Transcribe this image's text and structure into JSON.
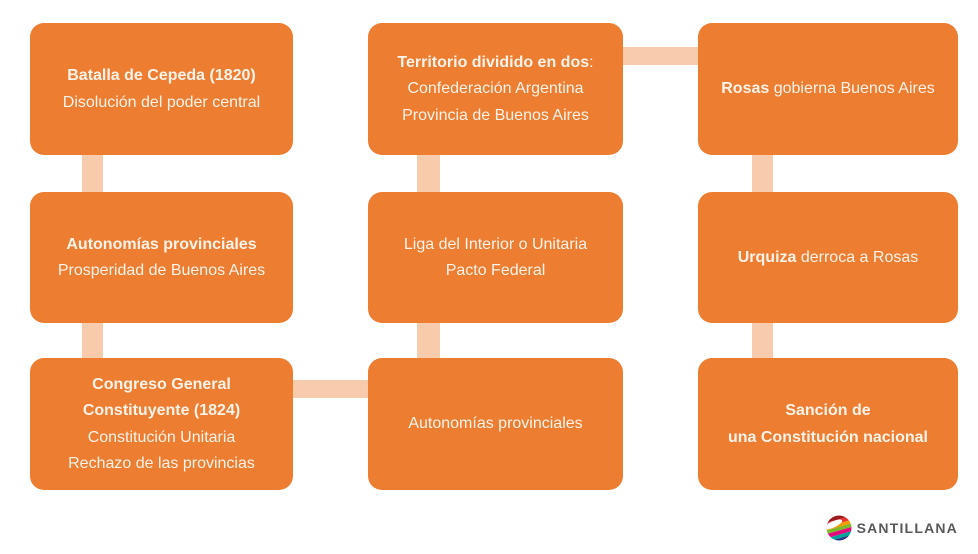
{
  "theme": {
    "page_bg": "#ffffff",
    "node_fill": "#ED7D31",
    "connector_fill": "#F8CBAD",
    "node_text_color": "#FCF3EB",
    "logo_text_color": "#58585A"
  },
  "diagram": {
    "nodes": [
      {
        "name": "batalla-cepeda",
        "col": 0,
        "row": 0,
        "lines": [
          {
            "segments": [
              {
                "text": "Batalla de Cepeda (1820)",
                "bold": true
              }
            ]
          },
          {
            "segments": [
              {
                "text": "Disolución del poder central",
                "bold": false
              }
            ]
          }
        ]
      },
      {
        "name": "autonomias-provinciales-1",
        "col": 0,
        "row": 1,
        "lines": [
          {
            "segments": [
              {
                "text": "Autonomías provinciales",
                "bold": true
              }
            ]
          },
          {
            "segments": [
              {
                "text": "Prosperidad de Buenos Aires",
                "bold": false
              }
            ]
          }
        ]
      },
      {
        "name": "congreso-general-constituyente",
        "col": 0,
        "row": 2,
        "lines": [
          {
            "tight": true,
            "segments": [
              {
                "text": "Congreso General",
                "bold": true
              }
            ]
          },
          {
            "segments": [
              {
                "text": "Constituyente (1824)",
                "bold": true
              }
            ]
          },
          {
            "tight": true,
            "segments": [
              {
                "text": "Constitución Unitaria",
                "bold": false
              }
            ]
          },
          {
            "segments": [
              {
                "text": "Rechazo de las provincias",
                "bold": false
              }
            ]
          }
        ]
      },
      {
        "name": "territorio-dividido",
        "col": 1,
        "row": 0,
        "lines": [
          {
            "segments": [
              {
                "text": "Territorio dividido en dos",
                "bold": true
              },
              {
                "text": ":",
                "bold": false
              }
            ]
          },
          {
            "segments": [
              {
                "text": "Confederación Argentina",
                "bold": false
              }
            ]
          },
          {
            "segments": [
              {
                "text": "Provincia de Buenos Aires",
                "bold": false
              }
            ]
          }
        ]
      },
      {
        "name": "liga-interior-pacto-federal",
        "col": 1,
        "row": 1,
        "lines": [
          {
            "segments": [
              {
                "text": "Liga del Interior o Unitaria",
                "bold": false
              }
            ]
          },
          {
            "segments": [
              {
                "text": "Pacto Federal",
                "bold": false
              }
            ]
          }
        ]
      },
      {
        "name": "autonomias-provinciales-2",
        "col": 1,
        "row": 2,
        "lines": [
          {
            "segments": [
              {
                "text": "Autonomías provinciales",
                "bold": false
              }
            ]
          }
        ]
      },
      {
        "name": "rosas-gobierna",
        "col": 2,
        "row": 0,
        "lines": [
          {
            "segments": [
              {
                "text": "Rosas",
                "bold": true
              },
              {
                "text": " gobierna Buenos Aires",
                "bold": false
              }
            ]
          }
        ]
      },
      {
        "name": "urquiza-derroca",
        "col": 2,
        "row": 1,
        "lines": [
          {
            "segments": [
              {
                "text": "Urquiza",
                "bold": true
              },
              {
                "text": " derroca a Rosas",
                "bold": false
              }
            ]
          }
        ]
      },
      {
        "name": "sancion-constitucion",
        "col": 2,
        "row": 2,
        "lines": [
          {
            "tight": true,
            "segments": [
              {
                "text": "Sanción de",
                "bold": true
              }
            ]
          },
          {
            "segments": [
              {
                "text": "una Constitución nacional",
                "bold": true
              }
            ]
          }
        ]
      }
    ],
    "edges": [
      {
        "from": "batalla-cepeda",
        "to": "autonomias-provinciales-1"
      },
      {
        "from": "autonomias-provinciales-1",
        "to": "congreso-general-constituyente"
      },
      {
        "from": "congreso-general-constituyente",
        "to": "autonomias-provinciales-2"
      },
      {
        "from": "autonomias-provinciales-2",
        "to": "liga-interior-pacto-federal"
      },
      {
        "from": "liga-interior-pacto-federal",
        "to": "territorio-dividido"
      },
      {
        "from": "territorio-dividido",
        "to": "rosas-gobierna"
      },
      {
        "from": "rosas-gobierna",
        "to": "urquiza-derroca"
      },
      {
        "from": "urquiza-derroca",
        "to": "sancion-constitucion"
      }
    ]
  },
  "footer": {
    "logo_text": "SANTILLANA",
    "logo_stripe_colors": [
      "#9C1A1F",
      "#E5332D",
      "#F59B00",
      "#7DB928",
      "#E5087E",
      "#00A49B",
      "#273286"
    ]
  }
}
